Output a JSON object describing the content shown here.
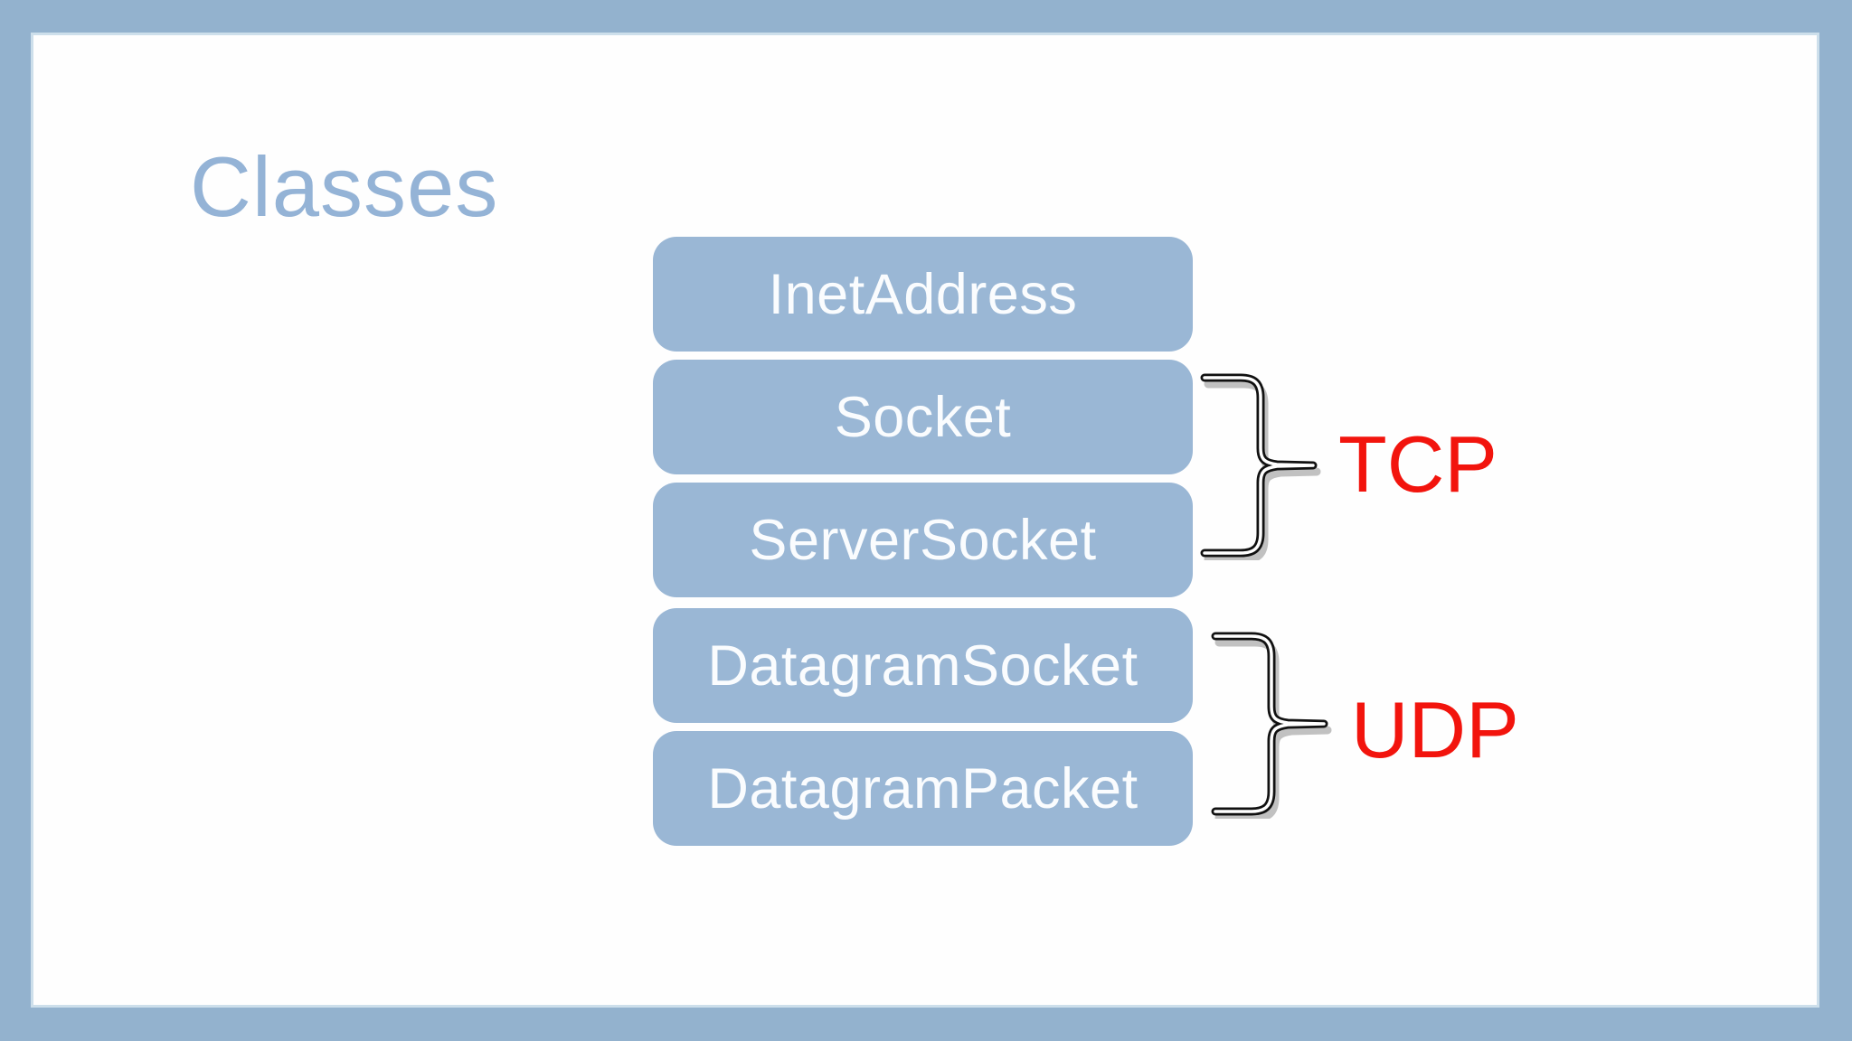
{
  "slide": {
    "title": "Classes",
    "class_boxes": [
      {
        "label": "InetAddress"
      },
      {
        "label": "Socket"
      },
      {
        "label": "ServerSocket"
      },
      {
        "label": "DatagramSocket"
      },
      {
        "label": "DatagramPacket"
      }
    ],
    "groups": [
      {
        "label": "TCP",
        "members": [
          "Socket",
          "ServerSocket"
        ]
      },
      {
        "label": "UDP",
        "members": [
          "DatagramSocket",
          "DatagramPacket"
        ]
      }
    ],
    "colors": {
      "frame_blue": "#93b2ce",
      "box_fill": "#9ab7d5",
      "title_blue": "#94b3d6",
      "protocol_red": "#f2140d",
      "box_text": "#fafcfe",
      "brace_stroke": "#111111"
    }
  }
}
